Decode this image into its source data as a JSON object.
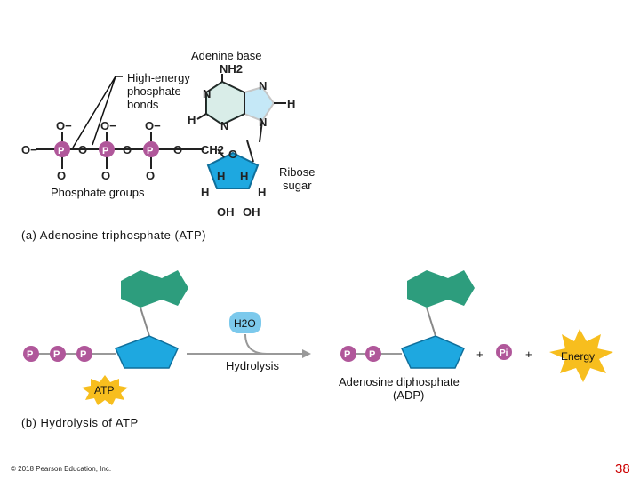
{
  "slide": {
    "labels": {
      "adenine_base": "Adenine base",
      "high_energy_bonds": [
        "High-energy",
        "phosphate",
        "bonds"
      ],
      "phosphate_groups": "Phosphate groups",
      "ribose_sugar": [
        "Ribose",
        "sugar"
      ]
    },
    "atoms": {
      "nh2": "NH2",
      "n": "N",
      "h": "H",
      "o": "O",
      "o_minus": "O−",
      "ch2": "CH2",
      "oh": "OH",
      "p": "P"
    },
    "caption_a": "(a)  Adenosine triphosphate (ATP)",
    "hydrolysis": {
      "water": "H2O",
      "arrow_label": "Hydrolysis",
      "atp_badge": "ATP",
      "adp_label": [
        "Adenosine diphosphate",
        "(ADP)"
      ],
      "p_label": "P",
      "pi_label": "Pi",
      "plus": "+",
      "energy": "Energy"
    },
    "caption_b": "(b)  Hydrolysis of ATP",
    "copyright": "© 2018 Pearson Education, Inc.",
    "page_number": "38"
  },
  "colors": {
    "phosphate": "#b0579a",
    "phosphate_small": "#a5a5a5",
    "adenine": "#2d9d7d",
    "ribose": "#1ea8e0",
    "ribose_light": "#7cc9ec",
    "energy_burst": "#f7be1e",
    "page_number": "#cc0000"
  }
}
